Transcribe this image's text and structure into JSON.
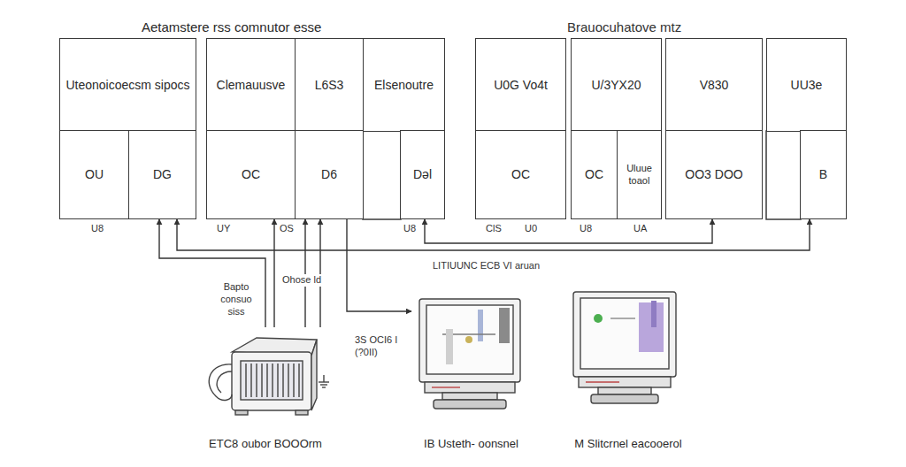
{
  "diagram": {
    "title": "Aetamstere rss comnutor esse",
    "nodes": [
      {
        "text": [
          "Uteonoicoecsm sipocs"
        ]
      },
      {
        "text": [
          "OU"
        ]
      },
      {
        "text": [
          "DG"
        ]
      },
      {
        "text": [
          "Clemauusve"
        ]
      },
      {
        "text": [
          "L6S3"
        ]
      },
      {
        "text": [
          "Elsenoutre"
        ]
      },
      {
        "text": [
          "OC"
        ]
      },
      {
        "text": [
          "D6"
        ]
      },
      {
        "text": [
          "Dəl"
        ]
      },
      {
        "text": [
          "U0G Vo4t"
        ]
      },
      {
        "text": [
          "OC"
        ]
      },
      {
        "text": [
          "U/3YX20"
        ]
      },
      {
        "text": [
          "OC"
        ]
      },
      {
        "text": [
          "Uluue toaol"
        ]
      },
      {
        "text": [
          "V830"
        ]
      },
      {
        "text": [
          "OO3 DOO"
        ]
      },
      {
        "text": [
          "UU3e"
        ]
      },
      {
        "text": [
          "B"
        ]
      },
      {
        "text": [
          "ETC8 oubor BOOOrm"
        ]
      },
      {
        "text": [
          "IB Usteth- oonsnel"
        ]
      },
      {
        "text": [
          "M Slitcrnel eacooerol"
        ]
      }
    ],
    "edges": [
      {
        "from": 18,
        "to": 2,
        "arrow": "to"
      },
      {
        "from": 18,
        "to": 6,
        "arrow": "to"
      },
      {
        "from": 18,
        "to": 7,
        "arrow": "to"
      },
      {
        "from": 18,
        "to": 7,
        "arrow": "to"
      },
      {
        "from": 7,
        "to": 19,
        "arrow": "to"
      },
      {
        "from": 8,
        "to": 15,
        "arrow": "both"
      },
      {
        "from": 2,
        "to": 17,
        "arrow": "both"
      }
    ],
    "labels": [
      "Brauocuhatove mtz",
      "U8",
      "UY",
      "OS",
      "U8",
      "ClS",
      "U0",
      "U8",
      "UA",
      "Bapto consuo siss",
      "Ohose ld",
      "3S OCI6 I (?0II)",
      "LITIUUNC ECB VI aruan"
    ]
  }
}
